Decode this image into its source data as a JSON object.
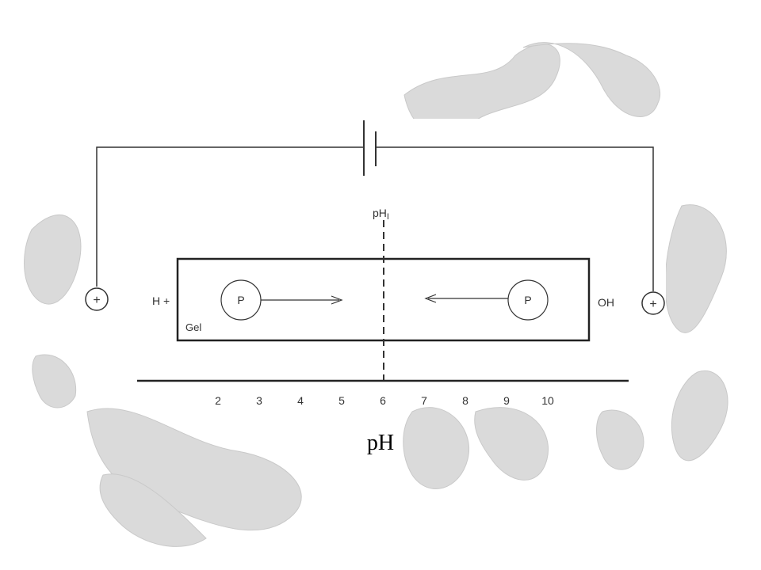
{
  "diagram": {
    "isoelectric_label": "pH",
    "isoelectric_subscript": "I",
    "left_ion_label": "H +",
    "right_ion_label": "OH",
    "gel_label": "Gel",
    "left_electrode_symbol": "+",
    "right_electrode_symbol": "+",
    "protein_left_label": "P",
    "protein_right_label": "P",
    "scale_ticks": [
      "2",
      "3",
      "4",
      "5",
      "6",
      "7",
      "8",
      "9",
      "10"
    ],
    "caption": "pH"
  },
  "colors": {
    "line": "#333333",
    "watermark": "#d4d4d4"
  }
}
